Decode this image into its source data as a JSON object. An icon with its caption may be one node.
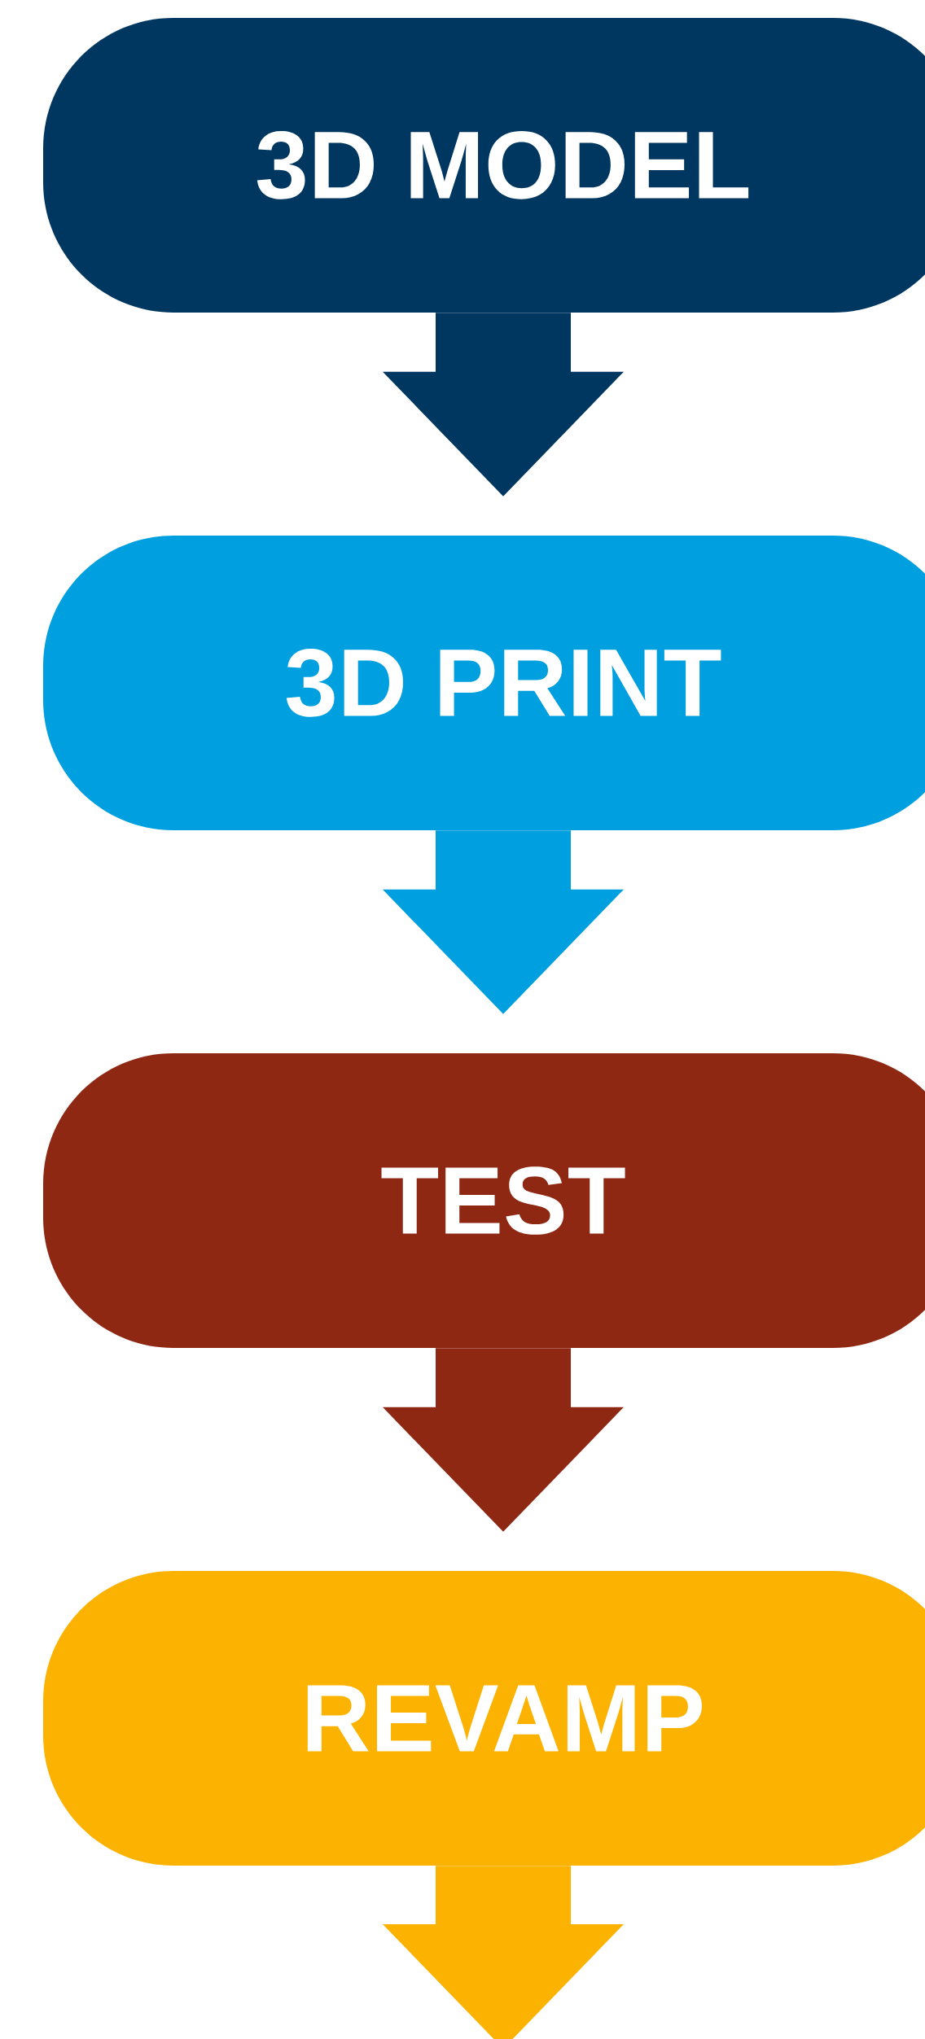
{
  "diagram": {
    "nodes": [
      {
        "text": [
          "3D MODEL"
        ]
      },
      {
        "text": [
          "3D PRINT"
        ]
      },
      {
        "text": [
          "TEST"
        ]
      },
      {
        "text": [
          "REVAMP"
        ]
      }
    ],
    "edges": [
      {
        "from": 0,
        "to": 1,
        "arrow": "to",
        "style": "thick",
        "color": "#003761"
      },
      {
        "from": 1,
        "to": 2,
        "arrow": "to",
        "style": "thick",
        "color": "#009fdf"
      },
      {
        "from": 2,
        "to": 3,
        "arrow": "to",
        "style": "thick",
        "color": "#8e2812"
      },
      {
        "from": 3,
        "to": null,
        "arrow": "to",
        "style": "thick",
        "color": "#fcb200"
      }
    ]
  }
}
